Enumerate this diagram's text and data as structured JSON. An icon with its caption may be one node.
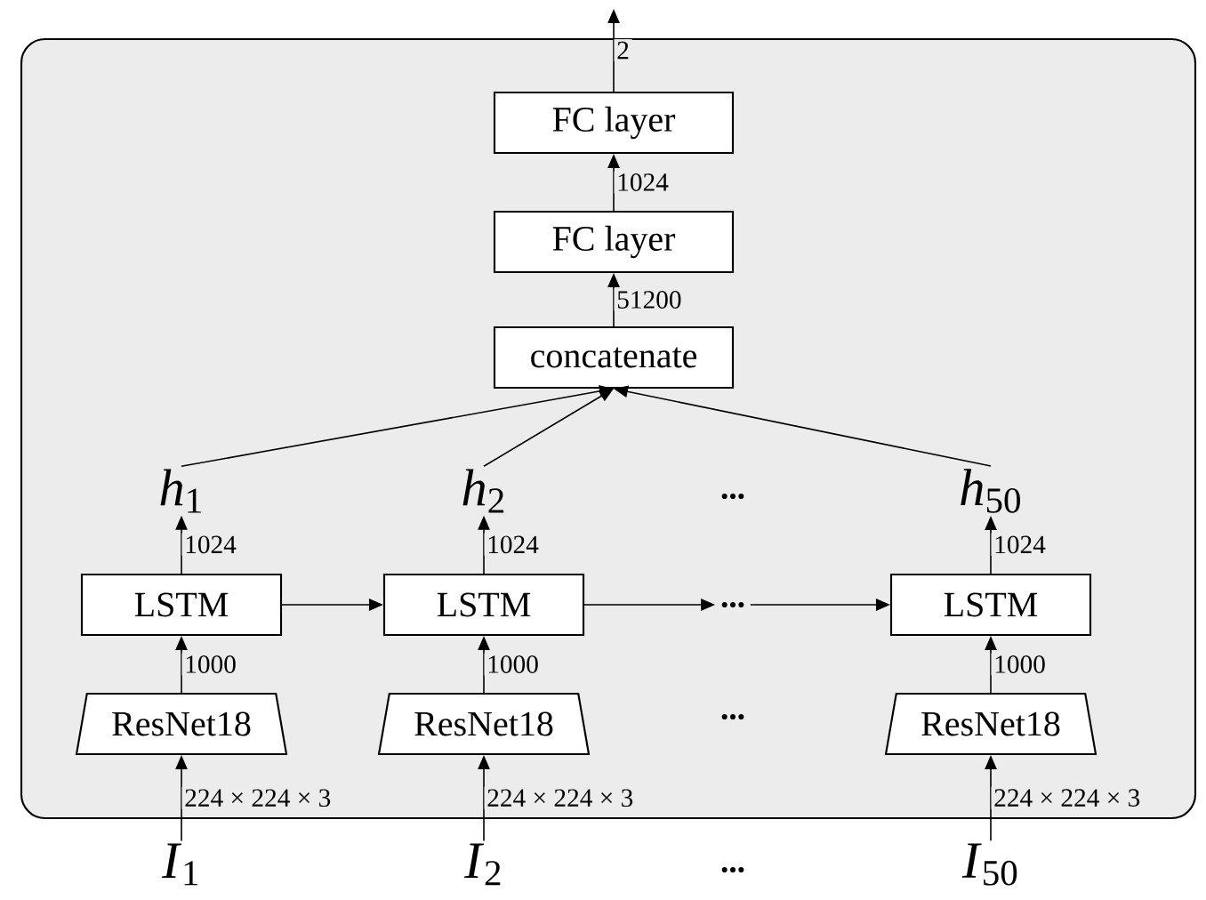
{
  "diagram": {
    "nodes": [
      {
        "text": [],
        "shape": "box"
      },
      {
        "text": [
          "FC layer"
        ],
        "in": 0
      },
      {
        "text": [
          "FC layer"
        ],
        "in": 0
      },
      {
        "text": [
          "concatenate"
        ],
        "in": 0
      },
      {
        "text": [
          "*h*$_{1}$"
        ],
        "in": 0
      },
      {
        "text": [
          "*h*$_{2}$"
        ],
        "in": 0
      },
      {
        "text": [
          "*h*$_{50}$"
        ],
        "in": 0
      },
      {
        "text": [
          "LSTM"
        ],
        "in": 0
      },
      {
        "text": [
          "LSTM"
        ],
        "in": 0
      },
      {
        "text": [
          "..."
        ],
        "in": 0
      },
      {
        "text": [
          "LSTM"
        ],
        "in": 0
      },
      {
        "text": [
          "ResNet18"
        ],
        "in": 0
      },
      {
        "text": [
          "ResNet18"
        ],
        "in": 0
      },
      {
        "text": [
          "ResNet18"
        ],
        "in": 0
      },
      {
        "text": [
          "*I*$_{1}$"
        ]
      },
      {
        "text": [
          "*I*$_{2}$"
        ]
      },
      {
        "text": [
          "*I*$_{50}$"
        ]
      }
    ],
    "edges": [
      {
        "from": 1,
        "to": null,
        "arrow": "to",
        "label": "2"
      },
      {
        "from": 2,
        "to": 1,
        "arrow": "to",
        "label": "1024"
      },
      {
        "from": 3,
        "to": 2,
        "arrow": "to",
        "label": "51200"
      },
      {
        "from": 4,
        "to": 3,
        "arrow": "to"
      },
      {
        "from": 5,
        "to": 3,
        "arrow": "to"
      },
      {
        "from": 6,
        "to": 3,
        "arrow": "to"
      },
      {
        "from": 7,
        "to": 4,
        "arrow": "to",
        "label": "1024"
      },
      {
        "from": 8,
        "to": 5,
        "arrow": "to",
        "label": "1024"
      },
      {
        "from": 10,
        "to": 6,
        "arrow": "to",
        "label": "1024"
      },
      {
        "from": 7,
        "to": 8,
        "arrow": "to"
      },
      {
        "from": 8,
        "to": 9,
        "arrow": "to"
      },
      {
        "from": 9,
        "to": 10,
        "arrow": "to"
      },
      {
        "from": 11,
        "to": 7,
        "arrow": "to",
        "label": "1000"
      },
      {
        "from": 12,
        "to": 8,
        "arrow": "to",
        "label": "1000"
      },
      {
        "from": 13,
        "to": 10,
        "arrow": "to",
        "label": "1000"
      },
      {
        "from": 14,
        "to": 11,
        "arrow": "to",
        "label": "224 × 224 × 3"
      },
      {
        "from": 15,
        "to": 12,
        "arrow": "to",
        "label": "224 × 224 × 3"
      },
      {
        "from": 16,
        "to": 13,
        "arrow": "to",
        "label": "224 × 224 × 3"
      }
    ],
    "labels": [
      "...",
      "...",
      "..."
    ]
  }
}
